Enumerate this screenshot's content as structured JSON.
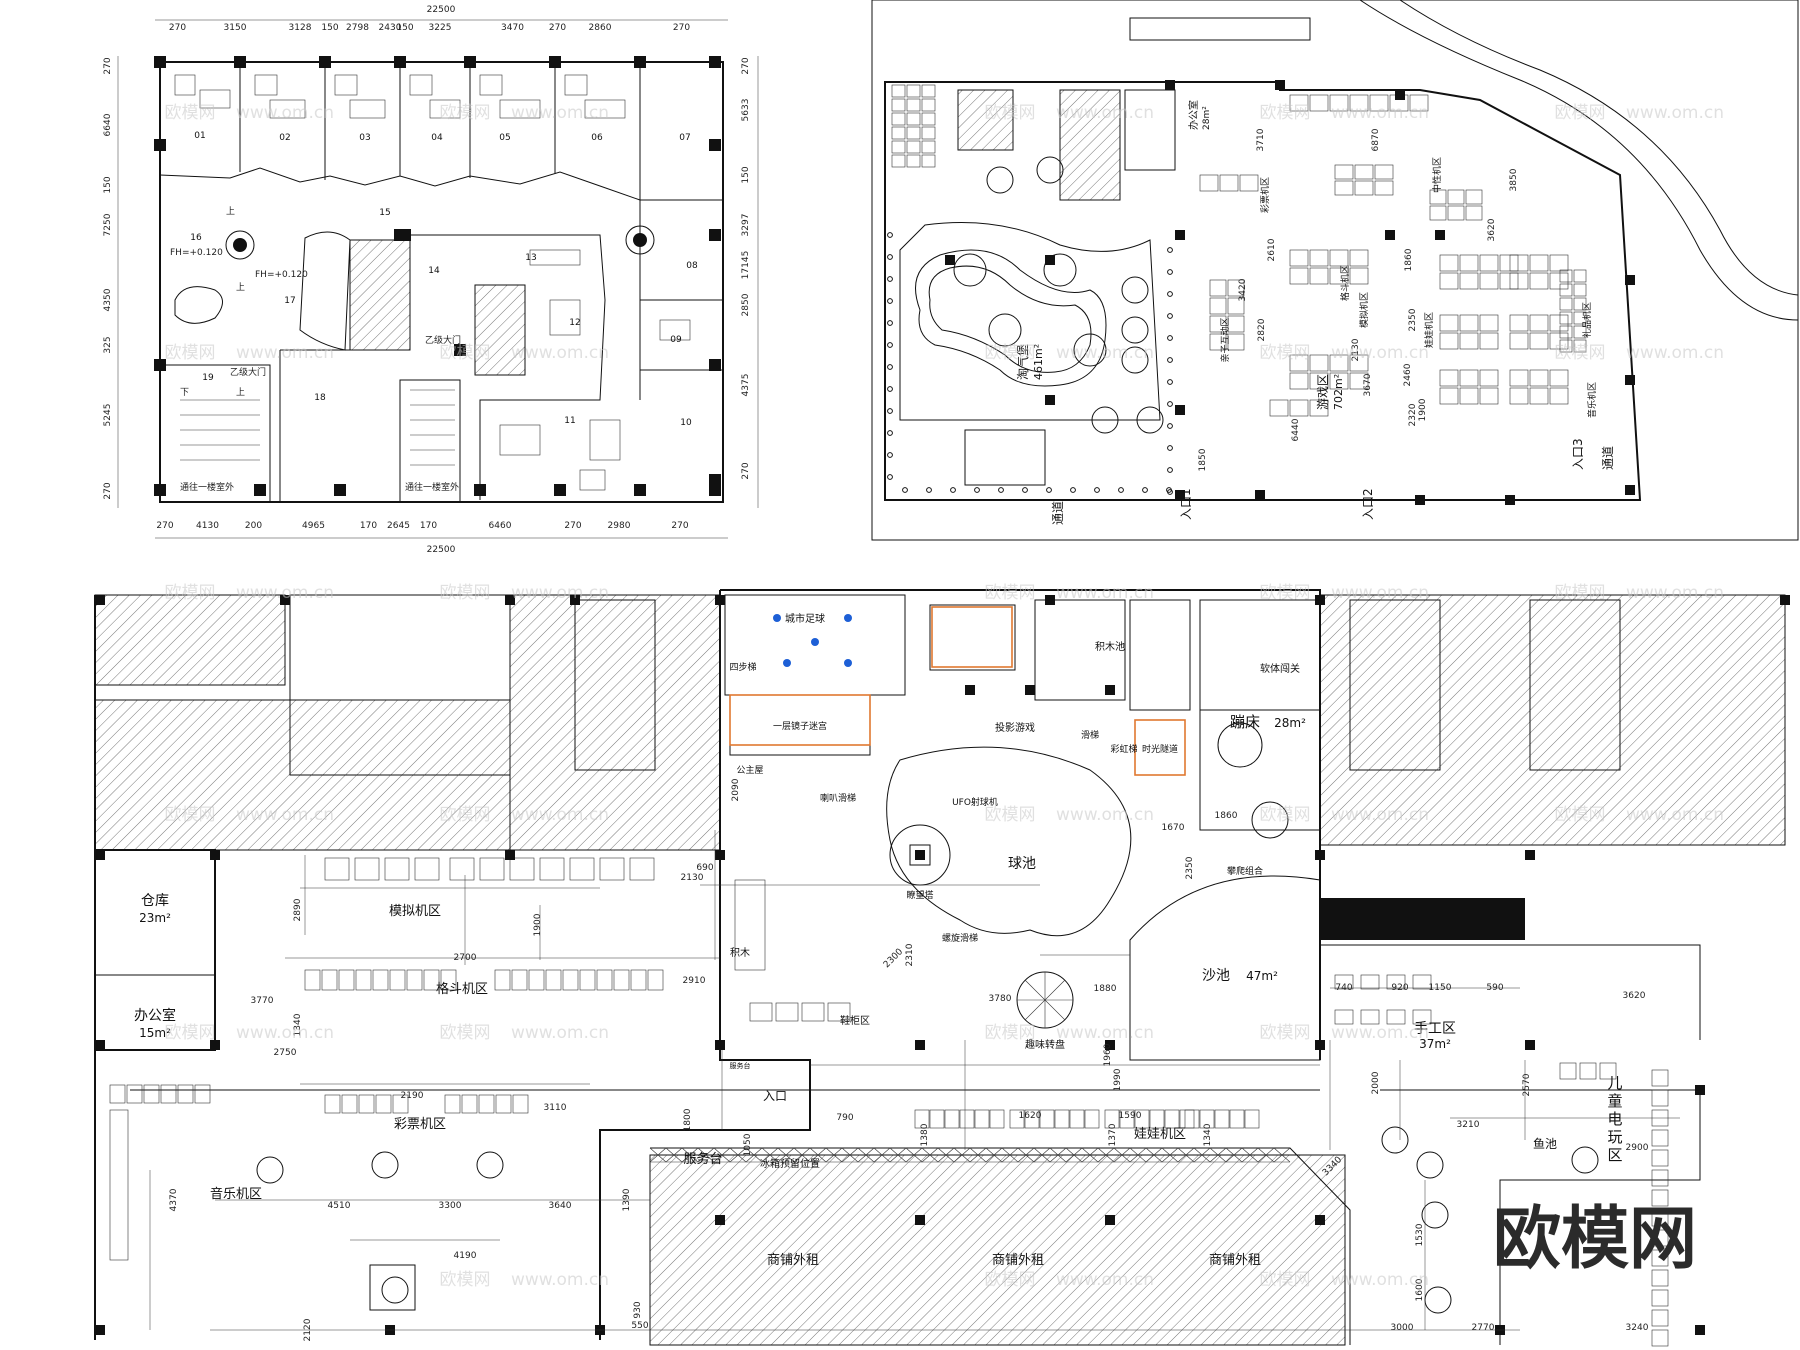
{
  "plan_a": {
    "dim_top_total": "22500",
    "dim_top": [
      "270",
      "3150",
      "3128",
      "150",
      "2798",
      "2430",
      "150",
      "3225",
      "3470",
      "270",
      "2860",
      "270"
    ],
    "dim_bottom_total": "22500",
    "dim_bottom": [
      "270",
      "4130",
      "200",
      "4965",
      "170",
      "2645",
      "170",
      "6460",
      "270",
      "2980",
      "270"
    ],
    "dim_left": [
      "270",
      "6640",
      "150",
      "7250",
      "4350",
      "325",
      "5245",
      "270"
    ],
    "dim_right": [
      "270",
      "5633",
      "150",
      "3297",
      "17145",
      "2850",
      "4375",
      "270"
    ],
    "rooms": [
      "01",
      "02",
      "03",
      "04",
      "05",
      "06",
      "07",
      "08",
      "09",
      "10",
      "11",
      "12",
      "13",
      "14",
      "15",
      "16",
      "17",
      "18",
      "19"
    ],
    "floor_level_1": "FH=+0.120",
    "floor_level_2": "FH=+0.120",
    "stair_up_1": "上",
    "stair_up_2": "上",
    "stair_down": "下",
    "stair_up_3": "上",
    "exit_a": "乙级大门",
    "exit_b": "乙级大门",
    "corridor_a": "通往一楼室外",
    "corridor_b": "通往一楼室外"
  },
  "plan_b": {
    "office": "办公室",
    "office_area": "28m²",
    "naughty_castle": "淘气堡",
    "naughty_castle_area": "461m²",
    "game_area": "游戏区",
    "game_area_area": "702m²",
    "zones": [
      "彩票机区",
      "格斗机区",
      "模拟机区",
      "中性机区",
      "娃娃机区",
      "礼品机区",
      "音乐机区",
      "亲子互动区"
    ],
    "entrance_1": "入口1",
    "entrance_2": "入口2",
    "entrance_3": "入口3",
    "aisle_1": "通道",
    "aisle_2": "通道",
    "dims": [
      "3710",
      "6870",
      "1860",
      "3620",
      "2610",
      "3420",
      "2350",
      "2820",
      "2460",
      "2320",
      "1900",
      "3670",
      "2130",
      "6440",
      "3850",
      "1850"
    ]
  },
  "plan_c": {
    "warehouse": "仓库",
    "warehouse_area": "23m²",
    "office": "办公室",
    "office_area": "15m²",
    "simulator_zone": "模拟机区",
    "fighting_zone": "格斗机区",
    "lottery_zone": "彩票机区",
    "music_zone": "音乐机区",
    "doll_zone": "娃娃机区",
    "city_football": "城市足球",
    "four_step_ladder": "四步梯",
    "mirror_maze": "一层镜子迷宫",
    "princess_room": "公主屋",
    "trumpet_slide": "喇叭滑梯",
    "projection_game": "投影游戏",
    "time_tunnel": "时光隧道",
    "rainbow_slide": "彩虹梯",
    "slide": "滑梯",
    "building_block_pool": "积木池",
    "soft_climbing": "软体闯关",
    "trampoline": "蹦床",
    "trampoline_area": "28m²",
    "ufo": "UFO射球机",
    "ball_pool": "球池",
    "watchtower": "瞭望塔",
    "spiral_slide": "螺旋滑梯",
    "climbing_combo": "攀爬组合",
    "sand_pool": "沙池",
    "sand_pool_area": "47m²",
    "handcraft": "手工区",
    "handcraft_area": "37m²",
    "blocks": "积木",
    "shoe_cabinet": "鞋柜区",
    "fun_turntable": "趣味转盘",
    "service_desk_small": "服务台",
    "service_desk": "服务台",
    "entrance": "入口",
    "fish_pool": "鱼池",
    "kids_arcade": "儿童电玩区",
    "shop_1": "商铺外租",
    "shop_2": "商铺外租",
    "shop_3": "商铺外租",
    "shop_note": "冰箱预留位置",
    "dims": [
      "2890",
      "2700",
      "3770",
      "1340",
      "2750",
      "2190",
      "3110",
      "4370",
      "4510",
      "3300",
      "3640",
      "4190",
      "2120",
      "1050",
      "690",
      "2130",
      "2910",
      "1900",
      "2090",
      "2310",
      "2300",
      "3780",
      "1880",
      "1670",
      "1860",
      "2350",
      "740",
      "920",
      "1150",
      "590",
      "3620",
      "2000",
      "2570",
      "3210",
      "3340",
      "2900",
      "1530",
      "1600",
      "3000",
      "2770",
      "3240",
      "1390",
      "790",
      "930",
      "550",
      "1620",
      "1590",
      "1380",
      "1370",
      "1340",
      "1960",
      "1990",
      "1800"
    ]
  },
  "watermarks": [
    "欧模网",
    "www.om.cn"
  ],
  "logo": "欧模网"
}
